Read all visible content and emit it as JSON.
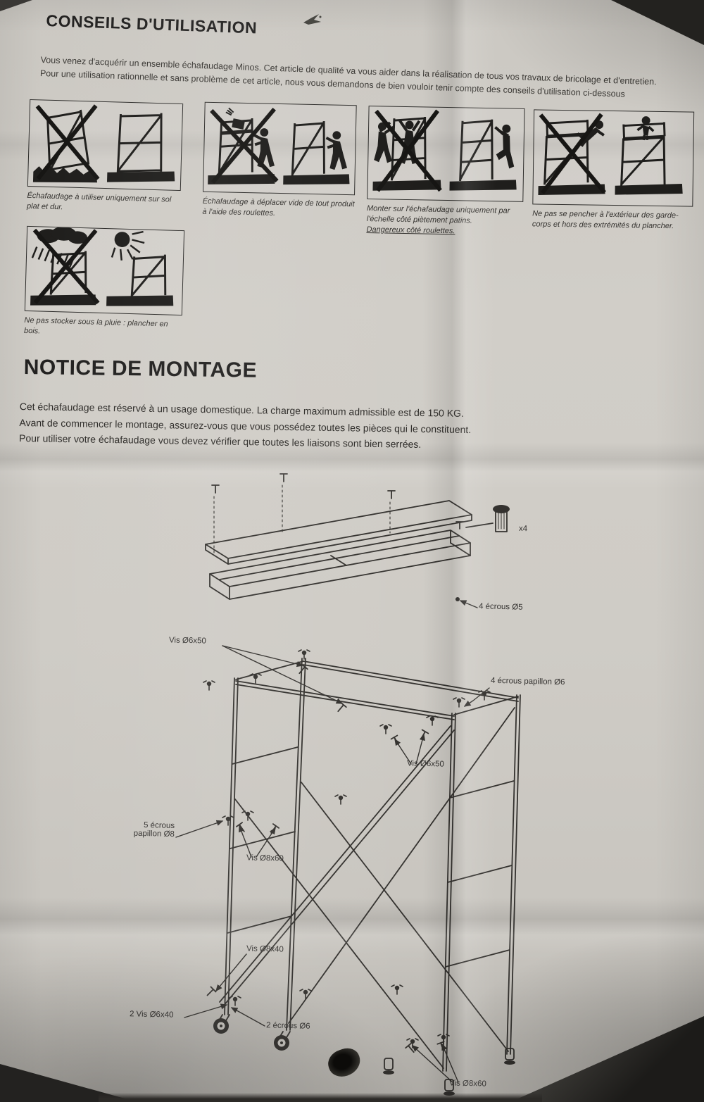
{
  "conseils": {
    "title": "CONSEILS D'UTILISATION",
    "intro": "Vous venez d'acquérir un ensemble échafaudage Minos. Cet article de qualité va vous aider dans la réalisation de tous vos travaux de bricolage et d'entretien. Pour une utilisation rationnelle et sans problème de cet article, nous vous demandons de bien vouloir tenir compte des conseils d'utilisation ci-dessous",
    "pictograms": [
      {
        "caption": "Échafaudage à utiliser uniquement sur sol plat et dur."
      },
      {
        "caption": "Échafaudage à déplacer vide de tout produit à l'aide des roulettes."
      },
      {
        "caption": "Monter sur l'échafaudage uniquement par l'échelle côté piètement patins.",
        "caption_underlined": "Dangereux côté roulettes."
      },
      {
        "caption": "Ne pas se pencher à l'extérieur des garde-corps et hors des extrémités du plancher."
      },
      {
        "caption": "Ne pas stocker sous la pluie : plancher en bois."
      }
    ]
  },
  "montage": {
    "title": "NOTICE DE MONTAGE",
    "body": [
      "Cet échafaudage est réservé à un usage domestique. La charge maximum admissible est de 150 KG.",
      "Avant de commencer le montage, assurez-vous que vous possédez toutes les pièces qui le constituent.",
      "Pour utiliser votre échafaudage vous devez vérifier que toutes les liaisons sont bien serrées."
    ]
  },
  "diagram": {
    "labels": {
      "bolt_qty": "x4",
      "nuts_o5": "4 écrous Ø5",
      "vis_o6x50_top": "Vis Ø6x50",
      "wing_nuts_o6": "4 écrous papillon Ø6",
      "vis_o6x50_mid": "Vis Ø6x50",
      "wing_nuts_o8_line1": "5 écrous",
      "wing_nuts_o8_line2": "papillon Ø8",
      "vis_o8x60_upper": "Vis Ø8x60",
      "vis_o8x40": "Vis Ø8x40",
      "vis_o6x40": "2 Vis Ø6x40",
      "nuts_o6": "2 écrous Ø6",
      "vis_o8x60_lower": "Vis Ø8x60"
    }
  }
}
